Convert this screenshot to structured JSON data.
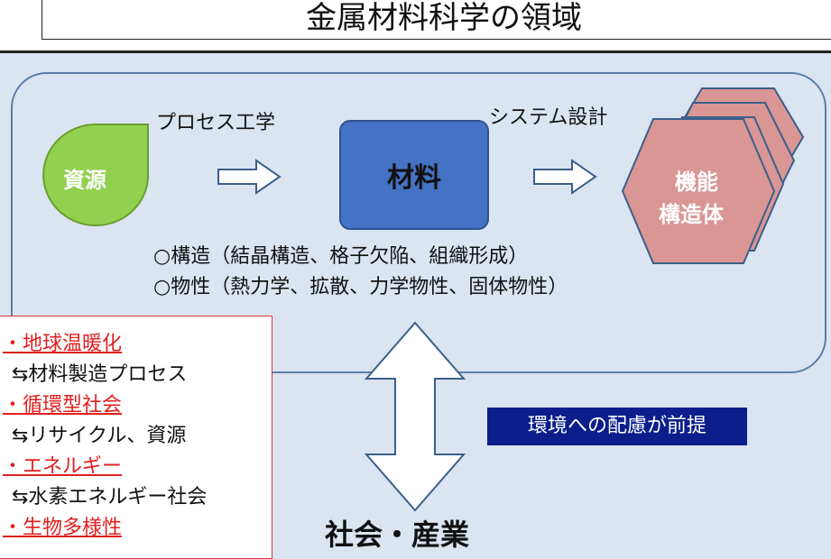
{
  "title": "金属材料科学の領域",
  "process_label": "プロセス工学",
  "design_label": "システム設計",
  "resource_label": "資源",
  "material_label": "材料",
  "function_label_1": "機能",
  "function_label_2": "構造体",
  "properties": [
    "○構造（結晶構造、格子欠陥、組織形成）",
    "○物性（熱力学、拡散、力学物性、固体物性）"
  ],
  "issues": [
    {
      "head": "・地球温暖化",
      "sub": "⇆材料製造プロセス"
    },
    {
      "head": "・循環型社会",
      "sub": "⇆リサイクル、資源"
    },
    {
      "head": "・エネルギー",
      "sub": "⇆水素エネルギー社会"
    },
    {
      "head": "・生物多様性",
      "sub": ""
    }
  ],
  "env_label": "環境への配慮が前提",
  "society_label": "社会・産業",
  "colors": {
    "background": "#dbe4f1",
    "resource": "#92d050",
    "material": "#4472c4",
    "function": "#d99694",
    "issue_text": "#e02020",
    "env_box": "#0b1e8c"
  }
}
